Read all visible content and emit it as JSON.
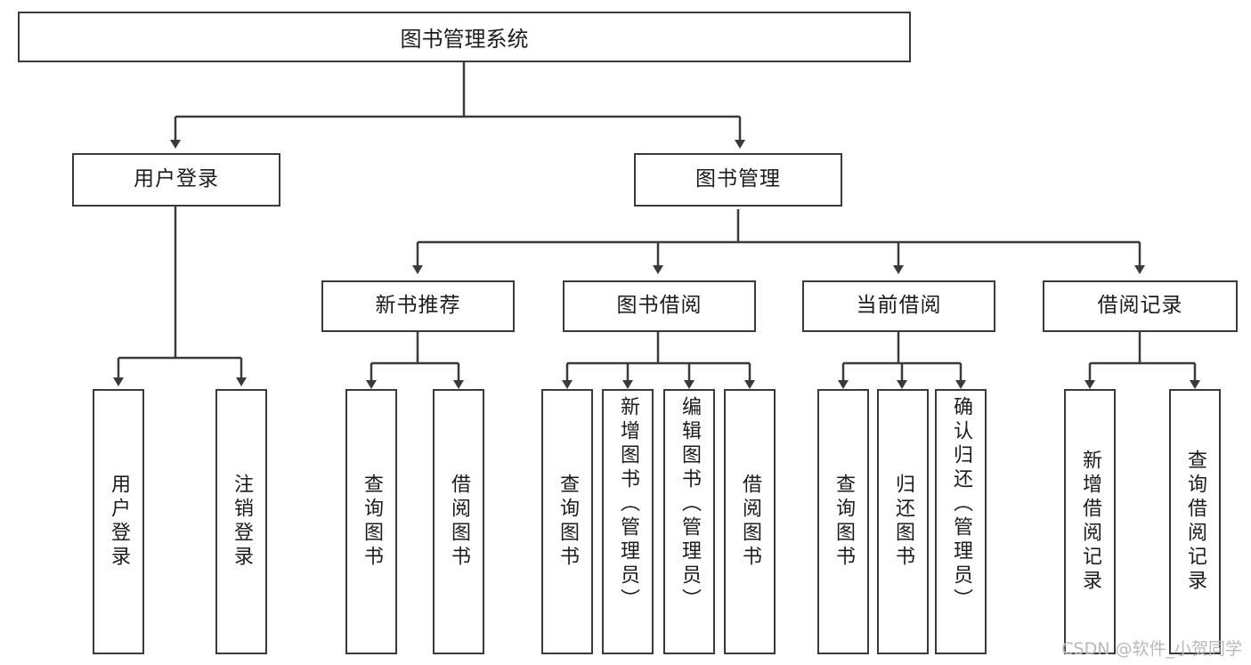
{
  "diagram": {
    "title": "图书管理系统",
    "type": "tree",
    "root": {
      "label": "图书管理系统",
      "children": [
        {
          "label": "用户登录",
          "children": [
            {
              "label": "用户登录"
            },
            {
              "label": "注销登录"
            }
          ]
        },
        {
          "label": "图书管理",
          "children": [
            {
              "label": "新书推荐",
              "children": [
                {
                  "label": "查询图书"
                },
                {
                  "label": "借阅图书"
                }
              ]
            },
            {
              "label": "图书借阅",
              "children": [
                {
                  "label": "查询图书"
                },
                {
                  "label": "新增图书（管理员）"
                },
                {
                  "label": "编辑图书（管理员）"
                },
                {
                  "label": "借阅图书"
                }
              ]
            },
            {
              "label": "当前借阅",
              "children": [
                {
                  "label": "查询图书"
                },
                {
                  "label": "归还图书"
                },
                {
                  "label": "确认归还（管理员）"
                }
              ]
            },
            {
              "label": "借阅记录",
              "children": [
                {
                  "label": "新增借阅记录"
                },
                {
                  "label": "查询借阅记录"
                }
              ]
            }
          ]
        }
      ]
    }
  },
  "nodes": {
    "root": "图书管理系统",
    "l2_user_login": "用户登录",
    "l2_book_manage": "图书管理",
    "l3_new_book_rec": "新书推荐",
    "l3_book_borrow": "图书借阅",
    "l3_current_borrow": "当前借阅",
    "l3_borrow_record": "借阅记录",
    "leaf_user_login": "用户登录",
    "leaf_user_logout": "注销登录",
    "leaf_rec_query_book": "查询图书",
    "leaf_rec_borrow_book": "借阅图书",
    "leaf_bb_query_book": "查询图书",
    "leaf_bb_add_book": "新增图书（管理员）",
    "leaf_bb_edit_book": "编辑图书（管理员）",
    "leaf_bb_borrow_book": "借阅图书",
    "leaf_cb_query_book": "查询图书",
    "leaf_cb_return_book": "归还图书",
    "leaf_cb_confirm_return": "确认归还（管理员）",
    "leaf_br_add_record": "新增借阅记录",
    "leaf_br_query_record": "查询借阅记录"
  },
  "watermark": "CSDN @软件_小贺同学",
  "colors": {
    "border": "#3a3a3a",
    "text": "#1c1c1c",
    "background": "#ffffff",
    "watermark": "#b9b9b9"
  }
}
